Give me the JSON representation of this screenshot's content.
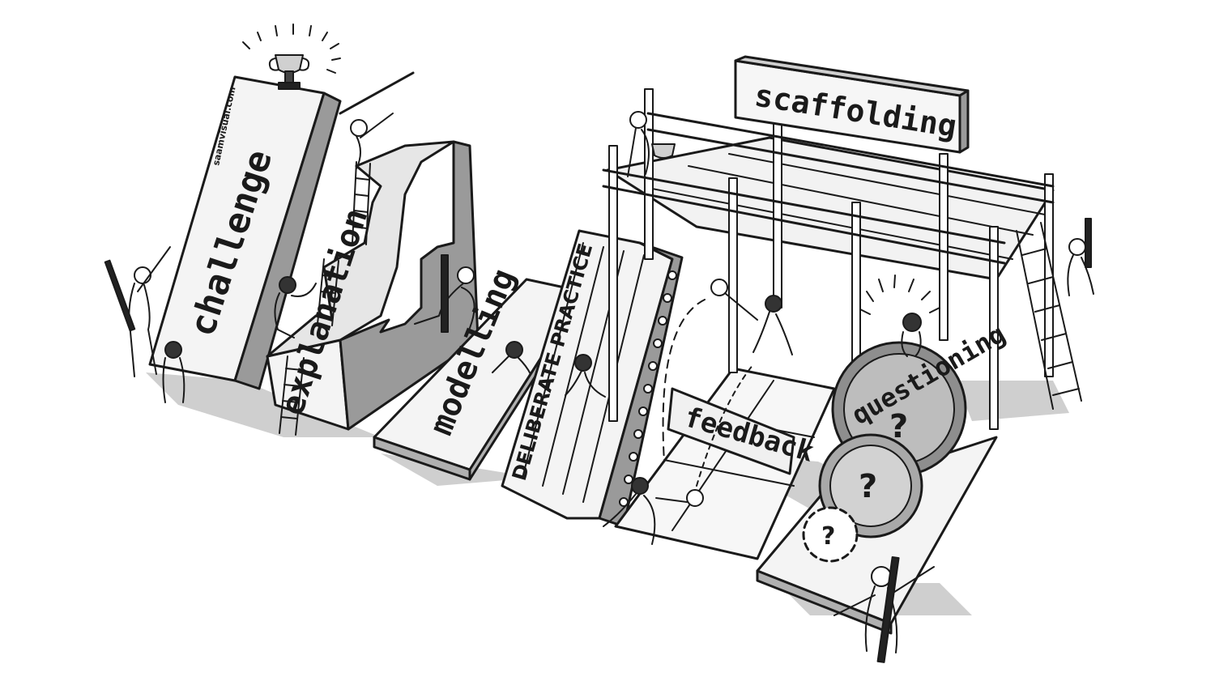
{
  "labels": {
    "challenge": "challenge",
    "explanation": "explanation",
    "modelling": "modelling",
    "deliberate_practice": "DELIBERATE PRACTICE",
    "feedback": "feedback",
    "questioning": "questioning",
    "scaffolding": "scaffolding"
  },
  "question_marks": [
    "?",
    "?",
    "?"
  ],
  "signature": "saamvisual.com",
  "colors": {
    "ink": "#1a1a1a",
    "shadow": "#c9c9c9",
    "fill_light": "#f2f2f2",
    "fill_mid": "#d6d6d6",
    "fill_dark": "#8c8c8c"
  }
}
